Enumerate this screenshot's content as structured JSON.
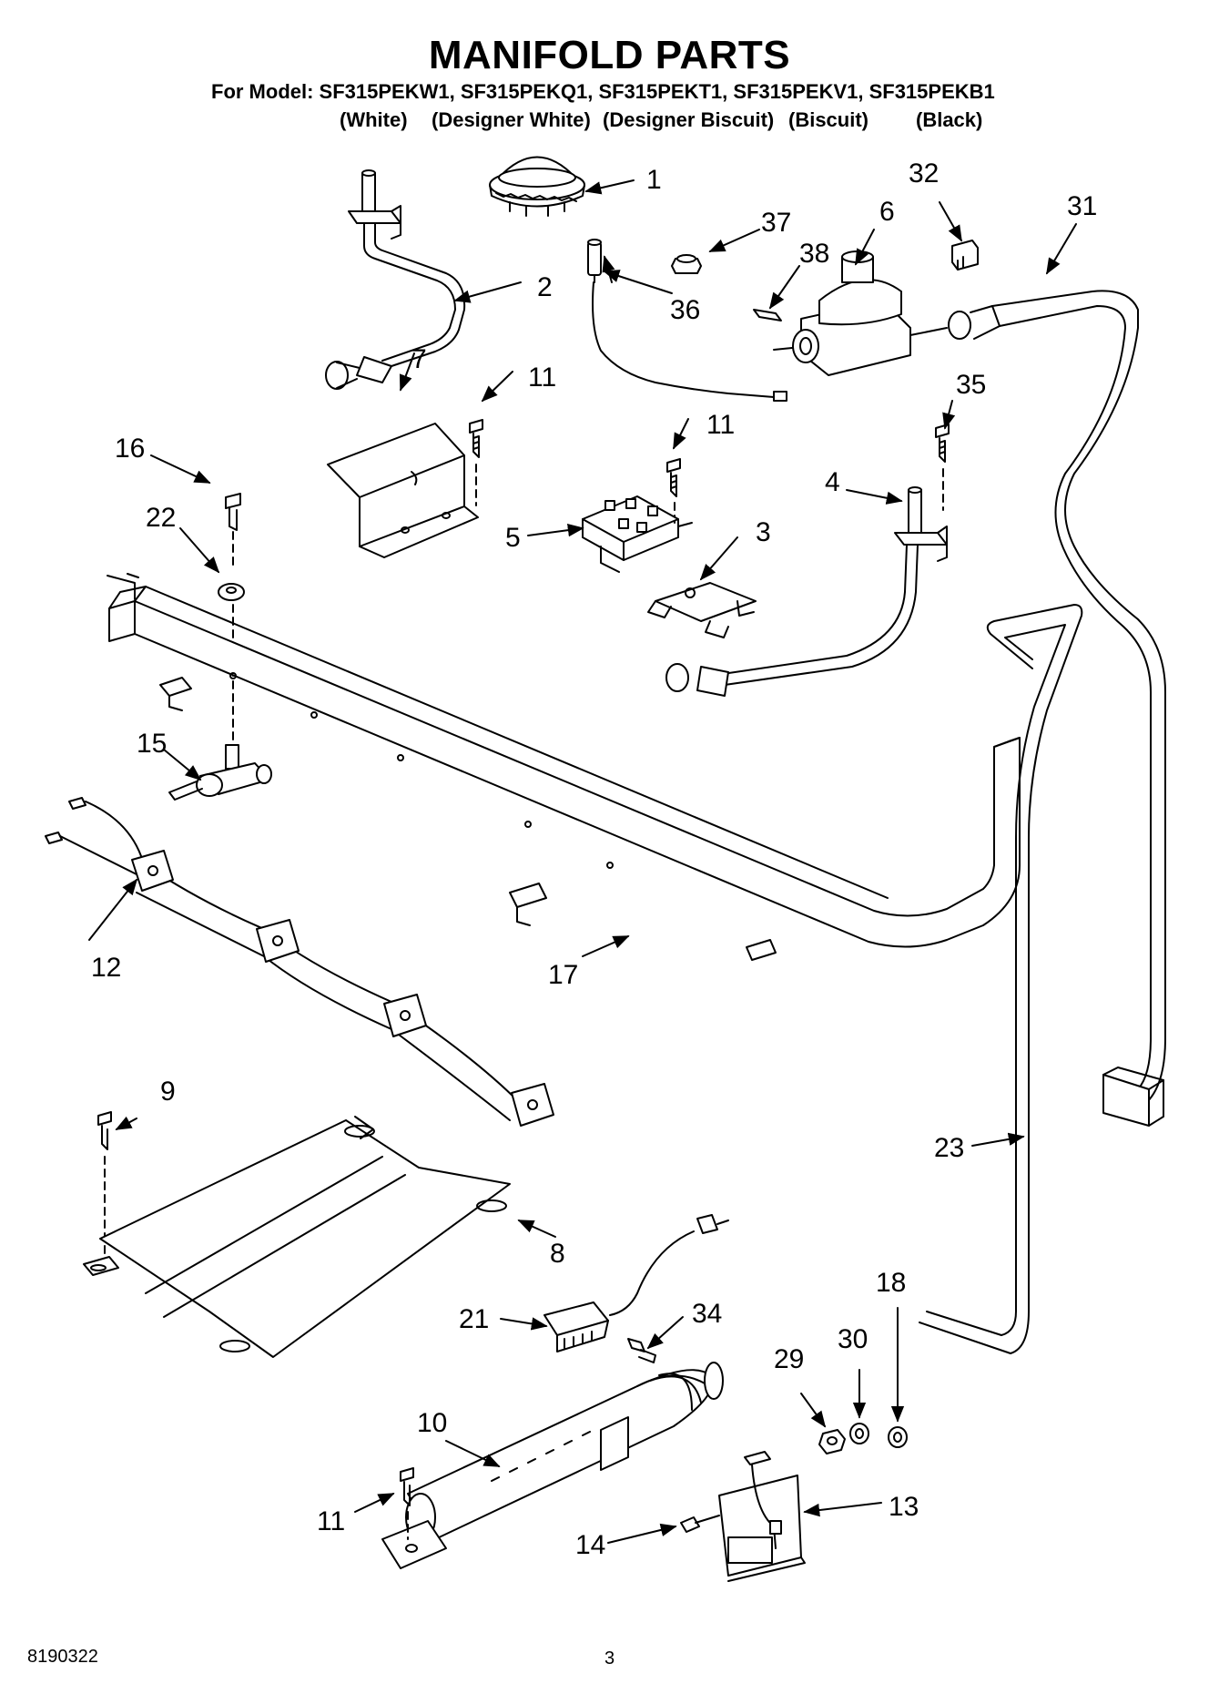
{
  "header": {
    "title": "MANIFOLD PARTS",
    "model_line": "For Model: SF315PEKW1, SF315PEKQ1, SF315PEKT1, SF315PEKV1, SF315PEKB1",
    "colors": [
      "(White)",
      "(Designer White)",
      "(Designer Biscuit)",
      "(Biscuit)",
      "(Black)"
    ]
  },
  "callouts": {
    "c1": "1",
    "c2": "2",
    "c3": "3",
    "c4": "4",
    "c5": "5",
    "c6": "6",
    "c7": "7",
    "c8": "8",
    "c9": "9",
    "c10": "10",
    "c11a": "11",
    "c11b": "11",
    "c11c": "11",
    "c12": "12",
    "c13": "13",
    "c14": "14",
    "c15": "15",
    "c16": "16",
    "c17": "17",
    "c18": "18",
    "c21": "21",
    "c22": "22",
    "c23": "23",
    "c29": "29",
    "c30": "30",
    "c31": "31",
    "c32": "32",
    "c34": "34",
    "c35": "35",
    "c36": "36",
    "c37": "37",
    "c38": "38"
  },
  "footer": {
    "doc_number": "8190322",
    "page_number": "3"
  }
}
